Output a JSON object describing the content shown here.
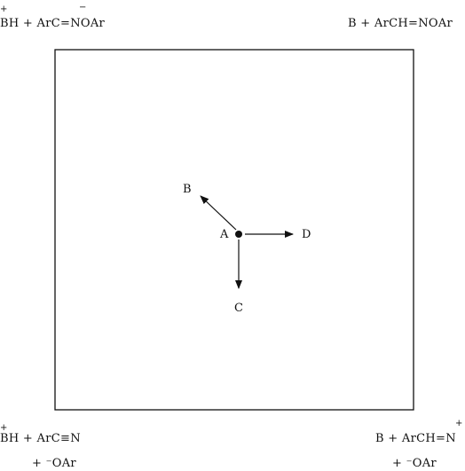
{
  "corners": {
    "top_left": {
      "charge": "+",
      "text": "BH + ArC=NOAr",
      "minus": "−"
    },
    "top_right": {
      "text": "B + ArCH=NOAr"
    },
    "bottom_left": {
      "charge": "+",
      "line1": "BH + ArC≡N",
      "line2": "+ ⁻OAr"
    },
    "bottom_right": {
      "charge": "+",
      "line1": "B + ArCH=N",
      "line2": "+ ⁻OAr"
    }
  },
  "points": {
    "center": "A",
    "upper_left": "B",
    "down": "C",
    "right": "D"
  }
}
